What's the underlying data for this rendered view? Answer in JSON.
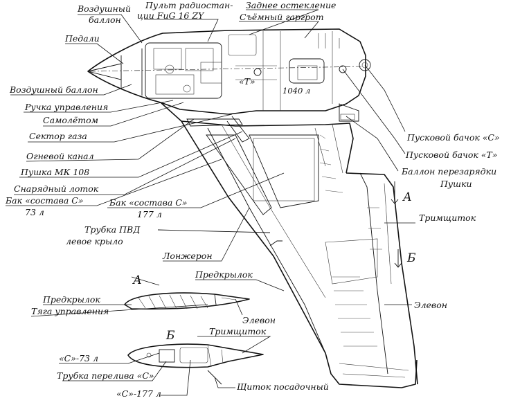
{
  "labels": {
    "air_bottle_top": [
      "Воздушный",
      "баллон"
    ],
    "radio_panel": [
      "Пульт радиостан-",
      "ции FuG 16 ZY"
    ],
    "rear_glazing": "Заднее остекление",
    "removable_canopy": "Съёмный гаргрот",
    "pedals": "Педали",
    "air_bottle_bottom": "Воздушный баллон",
    "control_stick": "Ручка управления",
    "autopilot": "Самолётом",
    "throttle": "Сектор газа",
    "fire_channel": "Огневой канал",
    "cannon": "Пушка МК 108",
    "ammo_tray": "Снарядный лоток",
    "tank_c73": [
      "Бак «состава С»",
      "73 л"
    ],
    "tank_c177": [
      "Бак «состава С»",
      "177 л"
    ],
    "pitot_tube": [
      "Трубка ПВД",
      "левое крыло"
    ],
    "spar": "Лонжерон",
    "tank_t": "«T»",
    "tank_volume": "1040 л",
    "start_tank_c": "Пусковой бачок «С»",
    "start_tank_t": "Пусковой бачок «Т»",
    "recharge_bottle": [
      "Баллон перезарядки",
      "Пушки"
    ],
    "trim_tab_wing": "Тримщиток",
    "slat_wing": "Предкрылок",
    "elevon_wing": "Элевон",
    "section_a": "А",
    "section_b": "Б",
    "slat_a": "Предкрылок",
    "control_rod": "Тяга управления",
    "elevon_a": "Элевон",
    "trim_tab_b": "Тримщиток",
    "c73_b": "«С»-73 л",
    "overflow_tube": "Трубка перелива «С»",
    "c177_b": "«С»-177 л",
    "landing_flap": "Щиток посадочный"
  },
  "colors": {
    "ink": "#111111",
    "paper": "#ffffff"
  }
}
